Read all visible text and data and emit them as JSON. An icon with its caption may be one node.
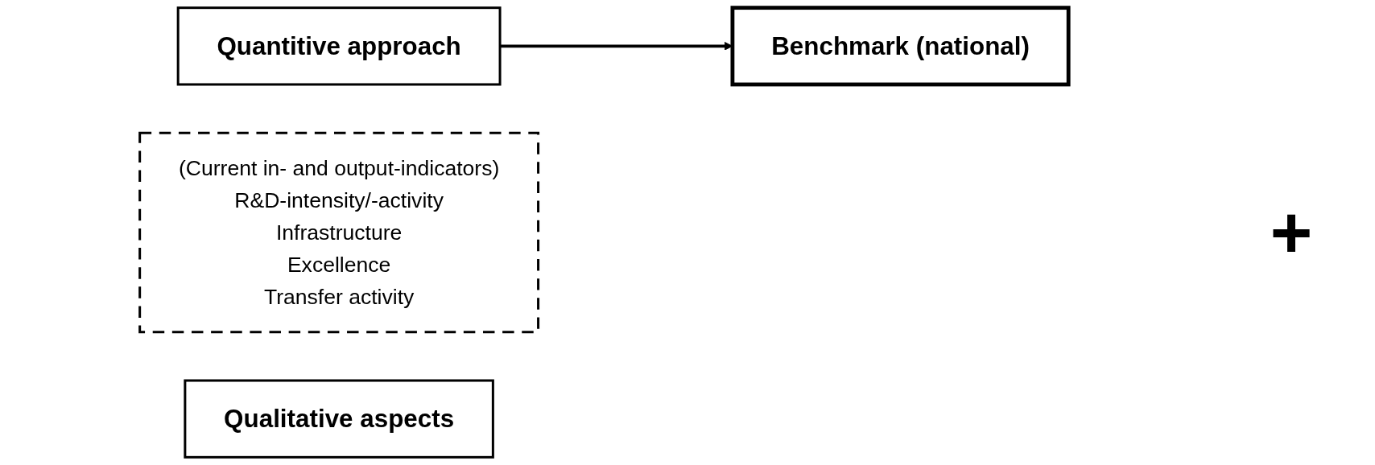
{
  "diagram": {
    "nodes": [
      {
        "text": [
          "Quantitive approach"
        ]
      },
      {
        "text": [
          "(Current in- and output-indicators)",
          "R&D-intensity/-activity",
          "Infrastructure",
          "Excellence",
          "Transfer activity"
        ]
      },
      {
        "text": [
          "Benchmark (national)"
        ]
      },
      {
        "text": [
          "Qualitative aspects"
        ]
      }
    ],
    "edges": [
      {
        "from": 0,
        "to": 2,
        "arrow": "to"
      }
    ],
    "labels": [
      "+"
    ]
  }
}
